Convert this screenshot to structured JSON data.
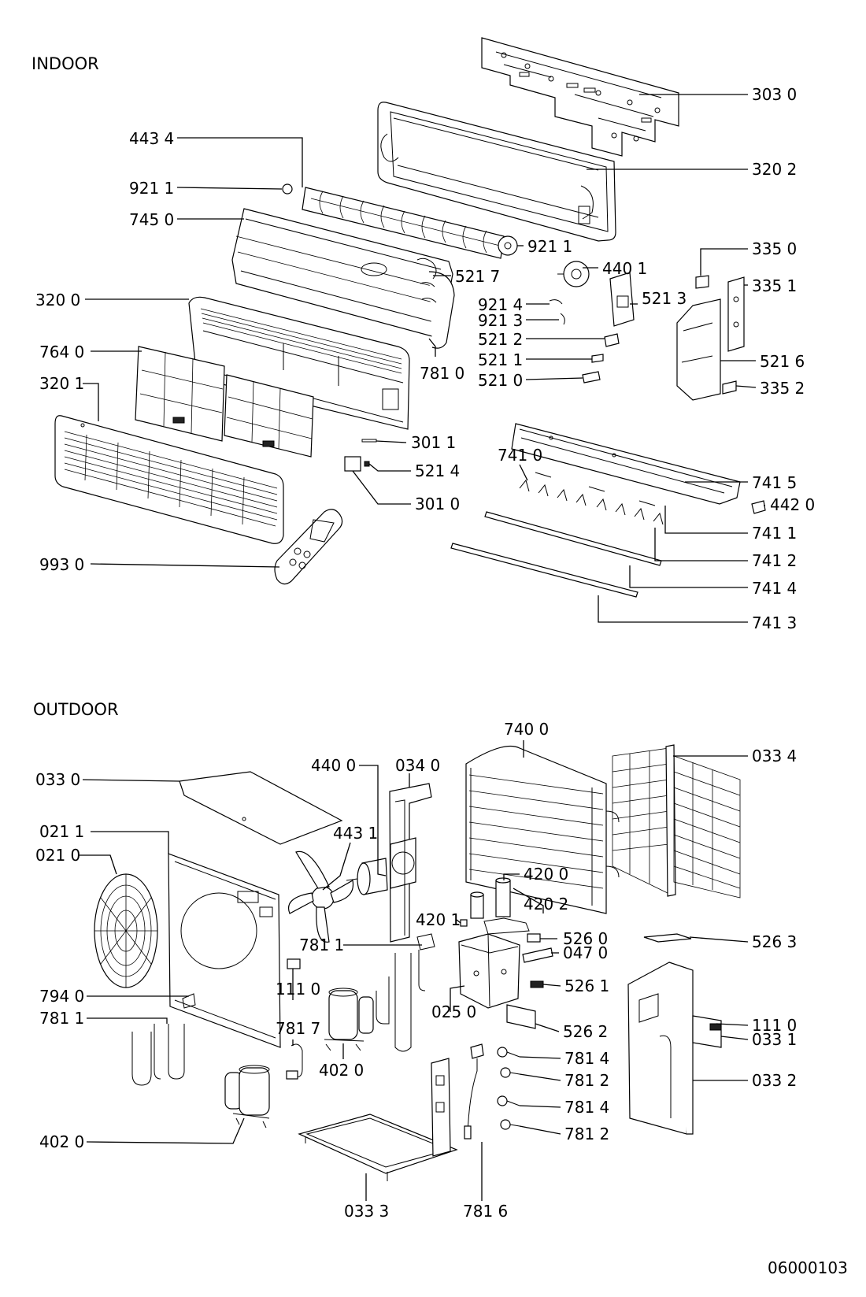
{
  "sections": {
    "indoor": "INDOOR",
    "outdoor": "OUTDOOR"
  },
  "drawing_number": "06000103",
  "labels": {
    "indoor": {
      "l3030": "303 0",
      "l3202": "320 2",
      "l4434": "443 4",
      "l9211a": "921 1",
      "l7450": "745 0",
      "l9211b": "921 1",
      "l5217": "521 7",
      "l3350": "335 0",
      "l4401": "440 1",
      "l3351": "335 1",
      "l3200": "320 0",
      "l9214": "921 4",
      "l5213": "521 3",
      "l9213": "921 3",
      "l5212": "521 2",
      "l7640": "764 0",
      "l7810": "781 0",
      "l5211": "521 1",
      "l5216": "521 6",
      "l3201": "320 1",
      "l5210": "521 0",
      "l3352": "335 2",
      "l3011": "301 1",
      "l5214": "521 4",
      "l7410": "741 0",
      "l7415": "741 5",
      "l3010": "301 0",
      "l4420": "442 0",
      "l7411": "741 1",
      "l7412": "741 2",
      "l9930": "993 0",
      "l7414": "741 4",
      "l7413": "741 3"
    },
    "outdoor": {
      "l7400": "740 0",
      "l4400": "440 0",
      "l0340": "034 0",
      "l0330": "033 0",
      "l0334": "033 4",
      "l0211": "021 1",
      "l4431": "443 1",
      "l0210": "021 0",
      "l4200": "420 0",
      "l4202": "420 2",
      "l4201": "420 1",
      "l5260": "526 0",
      "l5263": "526 3",
      "l7811a": "781 1",
      "l0470": "047 0",
      "l1110a": "111 0",
      "l5261": "526 1",
      "l7940": "794 0",
      "l0250": "025 0",
      "l1110b": "111 0",
      "l7811b": "781 1",
      "l7817": "781 7",
      "l5262": "526 2",
      "l0331": "033 1",
      "l7814a": "781 4",
      "l0332": "033 2",
      "l4020a": "402 0",
      "l7812a": "781 2",
      "l7814b": "781 4",
      "l4020b": "402 0",
      "l7812b": "781 2",
      "l0333": "033 3",
      "l7816": "781 6"
    }
  }
}
